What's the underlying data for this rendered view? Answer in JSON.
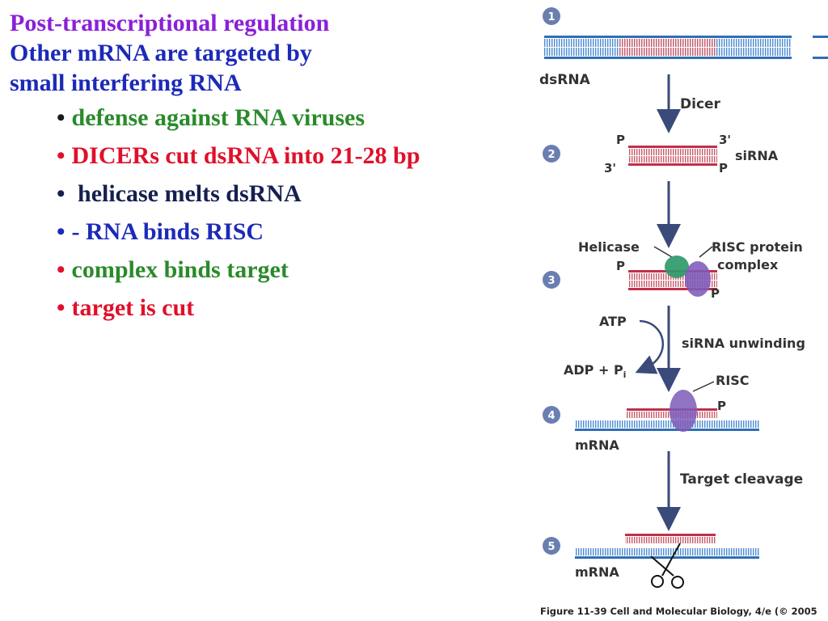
{
  "text": {
    "title": "Post-transcriptional regulation",
    "line2": "Other mRNA are targeted by",
    "line3": "small interfering RNA",
    "bullets": [
      {
        "text": "defense against RNA viruses",
        "color": "#2a8a2a",
        "dot_color": "#1a1a1a"
      },
      {
        "text": "DICERs cut dsRNA into 21-28 bp",
        "color": "#e0102a",
        "dot_color": "#e0102a"
      },
      {
        "text": " helicase melts dsRNA",
        "color": "#152050",
        "dot_color": "#152050"
      },
      {
        "text": "- RNA binds RISC",
        "color": "#1c2ab8",
        "dot_color": "#1c2ab8"
      },
      {
        "text": "complex binds target",
        "color": "#2a8a2a",
        "dot_color": "#e0102a"
      },
      {
        "text": "target is cut",
        "color": "#e0102a",
        "dot_color": "#e0102a"
      }
    ],
    "bullet_glyph": "•",
    "colors": {
      "title": "#8a1fd8",
      "subtitle": "#1c2ab8"
    }
  },
  "diagram": {
    "steps": [
      "1",
      "2",
      "3",
      "4",
      "5"
    ],
    "labels": {
      "dsrna": "dsRNA",
      "dicer": "Dicer",
      "p": "P",
      "three_prime": "3'",
      "sirna": "siRNA",
      "helicase": "Helicase",
      "risc_protein": "RISC protein",
      "complex": "complex",
      "atp": "ATP",
      "adp": "ADP + P",
      "adp_sub": "i",
      "unwinding": "siRNA unwinding",
      "risc": "RISC",
      "mrna": "mRNA",
      "target_cleavage": "Target cleavage"
    },
    "caption": "Figure 11-39  Cell and Molecular Biology, 4/e (© 2005",
    "colors": {
      "blue_strand": "#2f6fb5",
      "red_strand": "#c0304a",
      "helicase": "#2e9a6a",
      "risc": "#7d5ab8",
      "step_circle": "#6a7fb0",
      "arrow": "#3a4a7a"
    }
  }
}
